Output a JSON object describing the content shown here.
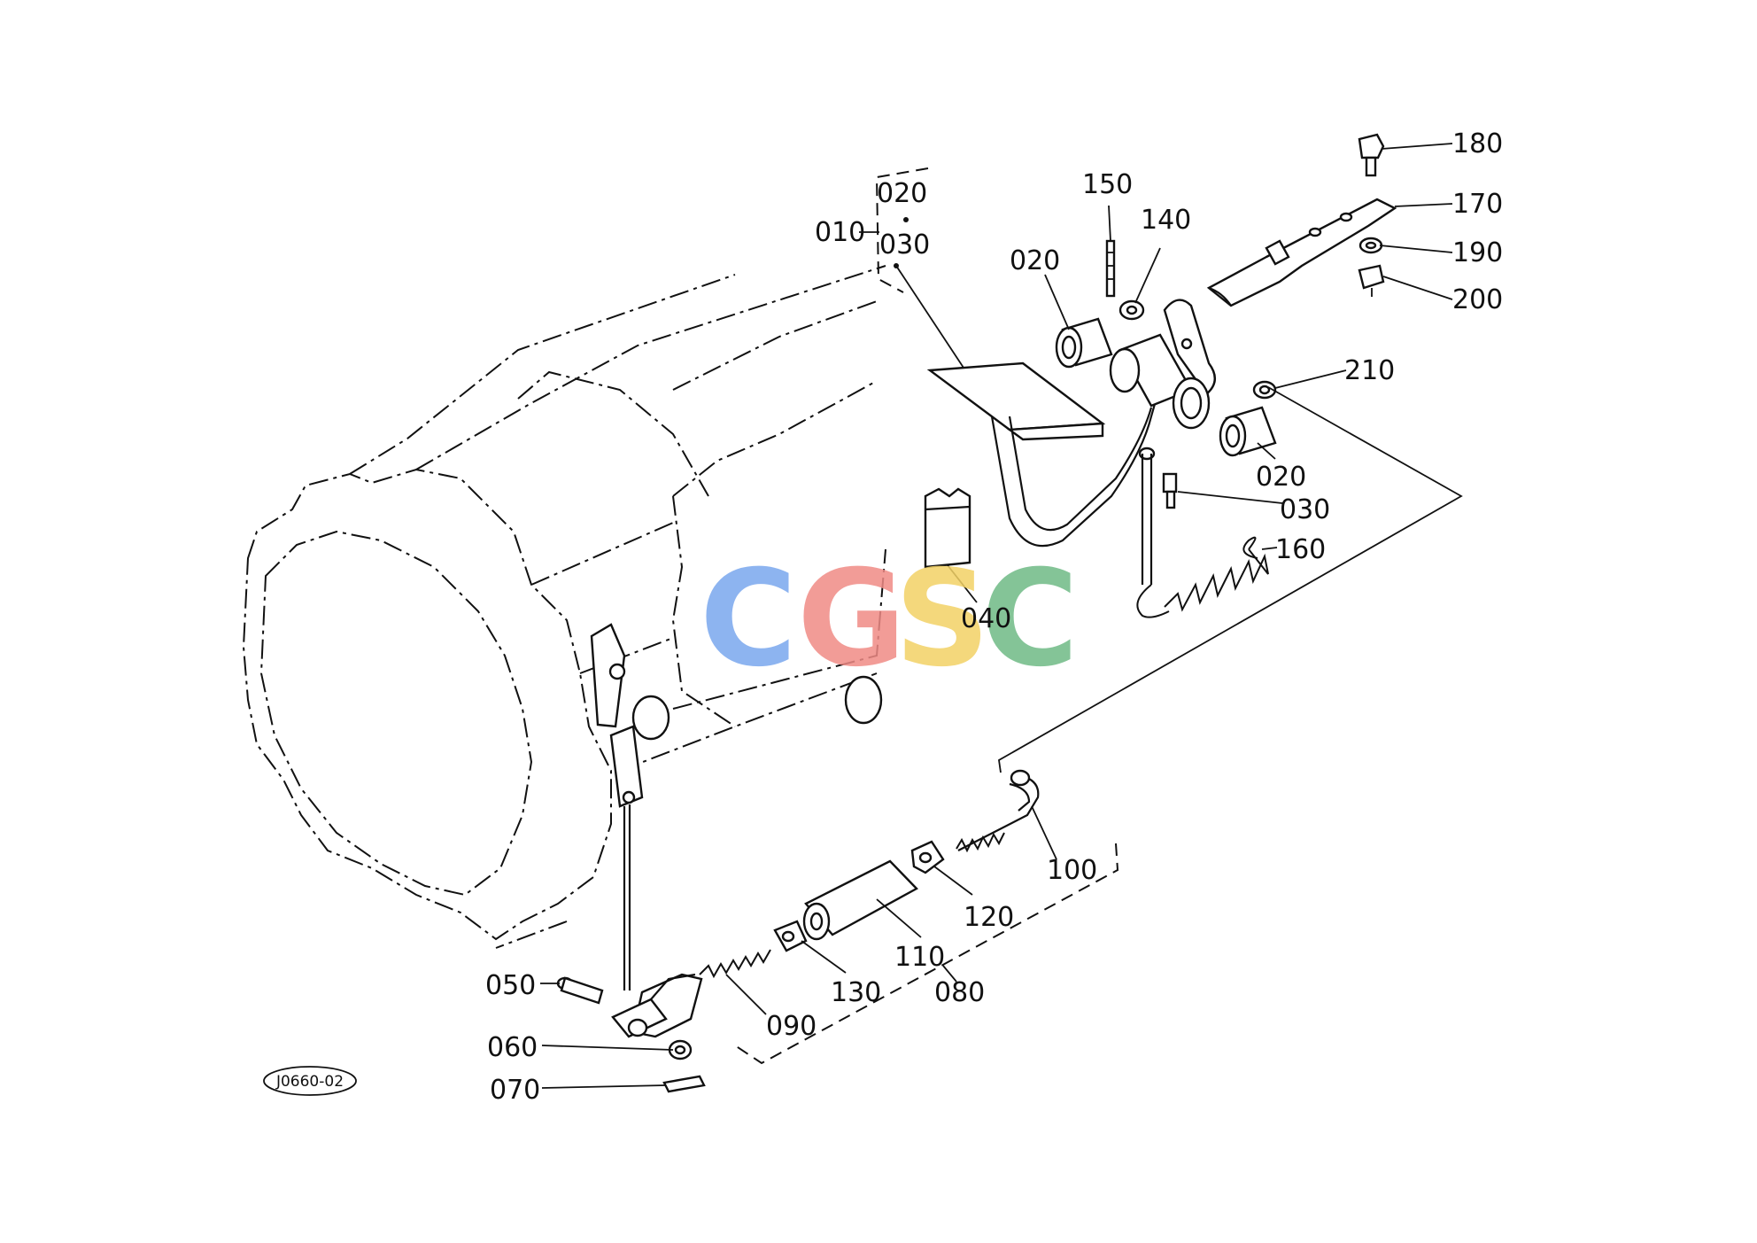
{
  "diagram_code": "J0660-02",
  "watermark": {
    "letters": [
      "C",
      "G",
      "S",
      "C"
    ],
    "colors": [
      "#7aa7ee",
      "#f08b86",
      "#f3d266",
      "#6fba86"
    ]
  },
  "callouts": {
    "c010": "010",
    "c020_top": "020",
    "c030_top": "030",
    "c020_left": "020",
    "c150": "150",
    "c140": "140",
    "c180": "180",
    "c170": "170",
    "c190": "190",
    "c200": "200",
    "c210": "210",
    "c020_right": "020",
    "c030_right": "030",
    "c160": "160",
    "c040": "040",
    "c100": "100",
    "c120": "120",
    "c110": "110",
    "c080": "080",
    "c130": "130",
    "c090": "090",
    "c050": "050",
    "c060": "060",
    "c070": "070"
  }
}
